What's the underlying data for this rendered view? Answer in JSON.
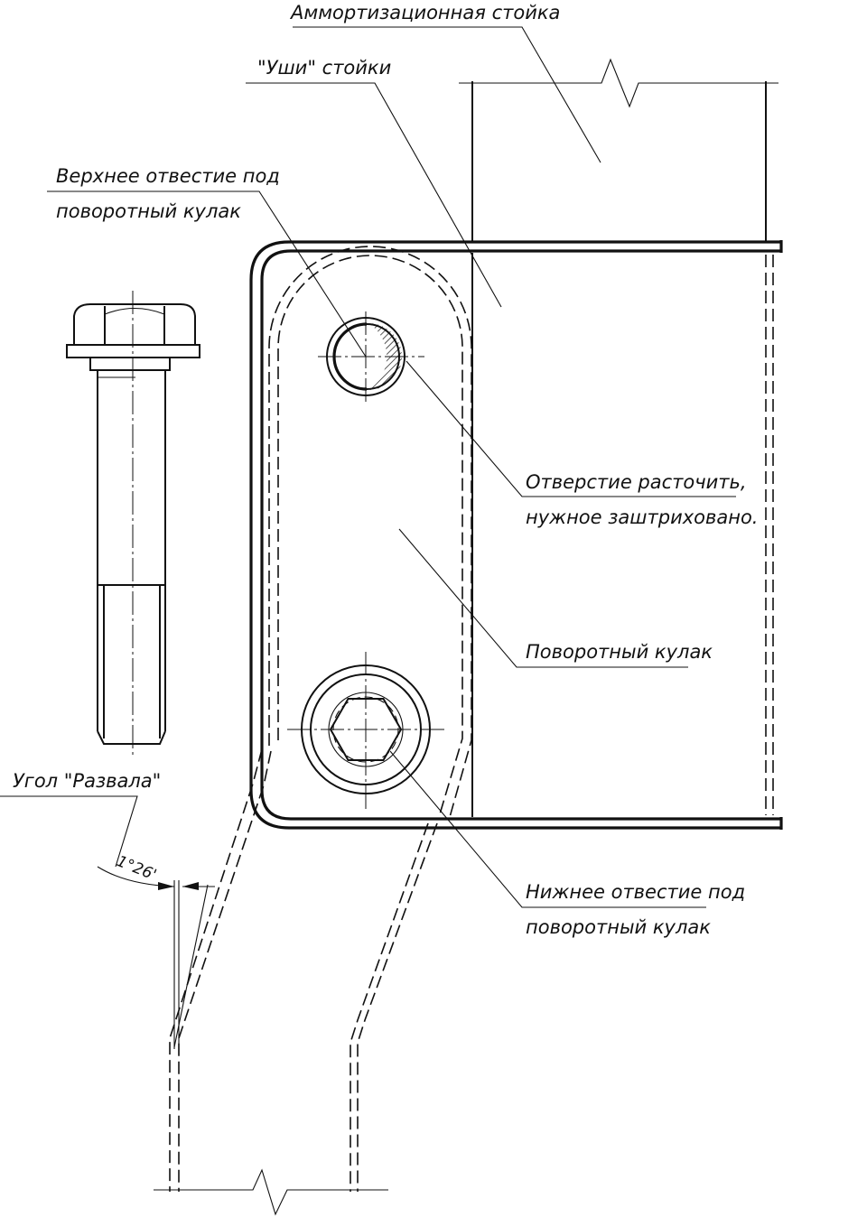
{
  "labels": {
    "strut": "Аммортизационная стойка",
    "ears": "\"Уши\" стойки",
    "upper_hole_line1": "Верхнее отвестие под",
    "upper_hole_line2": "поворотный кулак",
    "bore_line1": "Отверстие расточить,",
    "bore_line2": "нужное заштриховано.",
    "knuckle": "Поворотный кулак",
    "lower_hole_line1": "Нижнее отвестие под",
    "lower_hole_line2": "поворотный кулак",
    "camber": "Угол \"Развала\"",
    "angle_value": "1°26'"
  },
  "colors": {
    "ink": "#111111",
    "paper": "#ffffff"
  }
}
